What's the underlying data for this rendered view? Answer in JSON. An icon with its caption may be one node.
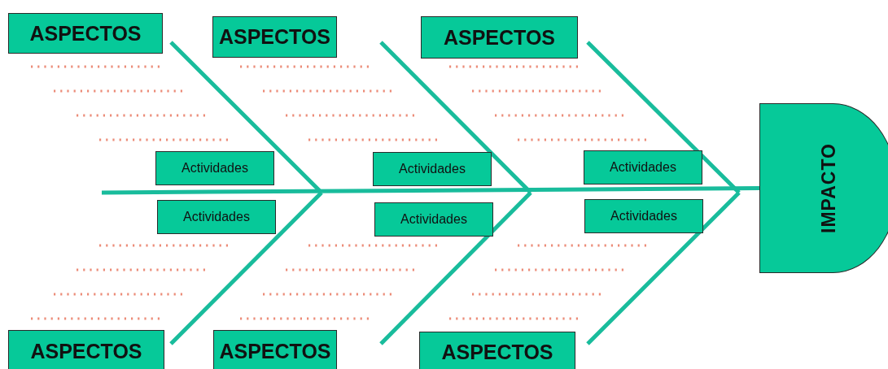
{
  "diagram": {
    "nodes": [
      {
        "text": [
          "ASPECTOS"
        ]
      },
      {
        "text": [
          "ASPECTOS"
        ]
      },
      {
        "text": [
          "ASPECTOS"
        ]
      },
      {
        "text": [
          "Actividades"
        ]
      },
      {
        "text": [
          "Actividades"
        ]
      },
      {
        "text": [
          "Actividades"
        ]
      },
      {
        "text": [
          "Actividades"
        ]
      },
      {
        "text": [
          "Actividades"
        ]
      },
      {
        "text": [
          "Actividades"
        ]
      },
      {
        "text": [
          "ASPECTOS"
        ]
      },
      {
        "text": [
          "ASPECTOS"
        ]
      },
      {
        "text": [
          "ASPECTOS"
        ]
      },
      {
        "text": [
          "IMPACTO"
        ]
      }
    ],
    "edges": [
      {
        "from": null,
        "to": 12,
        "arrow": "none"
      }
    ]
  }
}
